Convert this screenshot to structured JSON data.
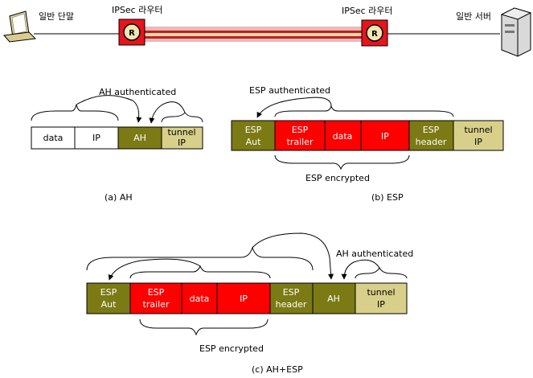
{
  "network": {
    "client_label": "일반 단말",
    "router_left_label": "IPSec 라우터",
    "router_right_label": "IPSec 라우터",
    "router_badge": "R",
    "server_label": "일반 서버"
  },
  "colors": {
    "white": "#ffffff",
    "olive": "#7b7a14",
    "khaki": "#d8d08a",
    "red": "#ff0000",
    "router_red": "#e8141c",
    "tunnel_khaki": "#d9c88a"
  },
  "packet_a": {
    "authenticated": "AH authenticated",
    "caption": "(a) AH",
    "segments": [
      {
        "label": "data",
        "color": "white"
      },
      {
        "label": "IP",
        "color": "white"
      },
      {
        "label": "AH",
        "color": "olive"
      },
      {
        "label": "tunnel IP",
        "color": "khaki"
      }
    ]
  },
  "packet_b": {
    "authenticated": "ESP authenticated",
    "encrypted": "ESP encrypted",
    "caption": "(b) ESP",
    "segments": [
      {
        "label": "ESP Aut",
        "color": "olive"
      },
      {
        "label": "ESP trailer",
        "color": "red"
      },
      {
        "label": "data",
        "color": "red"
      },
      {
        "label": "IP",
        "color": "red"
      },
      {
        "label": "ESP header",
        "color": "olive"
      },
      {
        "label": "tunnel IP",
        "color": "khaki"
      }
    ]
  },
  "packet_c": {
    "authenticated": "AH authenticated",
    "encrypted": "ESP encrypted",
    "caption": "(c) AH+ESP",
    "segments": [
      {
        "label": "ESP Aut",
        "color": "olive"
      },
      {
        "label": "ESP trailer",
        "color": "red"
      },
      {
        "label": "data",
        "color": "red"
      },
      {
        "label": "IP",
        "color": "red"
      },
      {
        "label": "ESP header",
        "color": "olive"
      },
      {
        "label": "AH",
        "color": "olive"
      },
      {
        "label": "tunnel IP",
        "color": "khaki"
      }
    ]
  }
}
